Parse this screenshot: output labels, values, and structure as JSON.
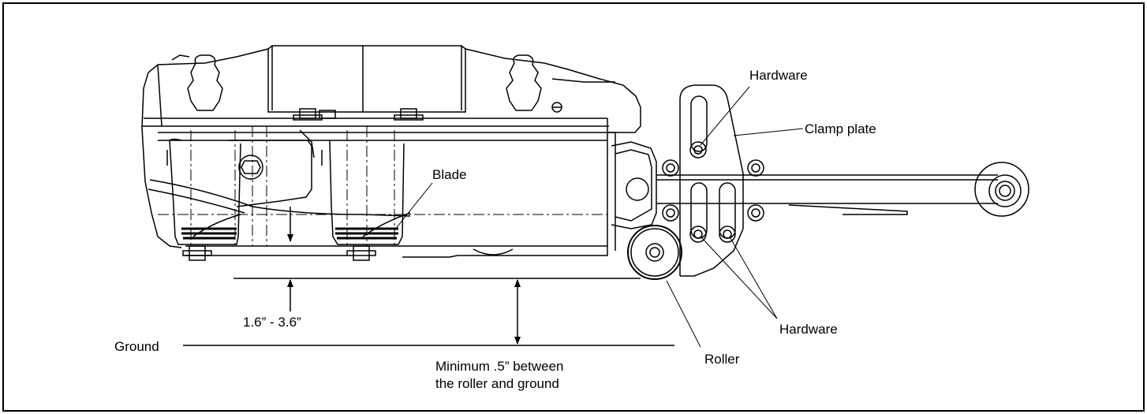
{
  "labels": {
    "hardware_top": "Hardware",
    "clamp_plate": "Clamp plate",
    "blade": "Blade",
    "hardware_bottom": "Hardware",
    "roller": "Roller",
    "ground": "Ground",
    "height_range": "1.6” - 3.6”",
    "minimum_line1": "Minimum .5” between",
    "minimum_line2": "the roller and ground"
  },
  "colors": {
    "ink": "#000000",
    "background": "#ffffff"
  }
}
